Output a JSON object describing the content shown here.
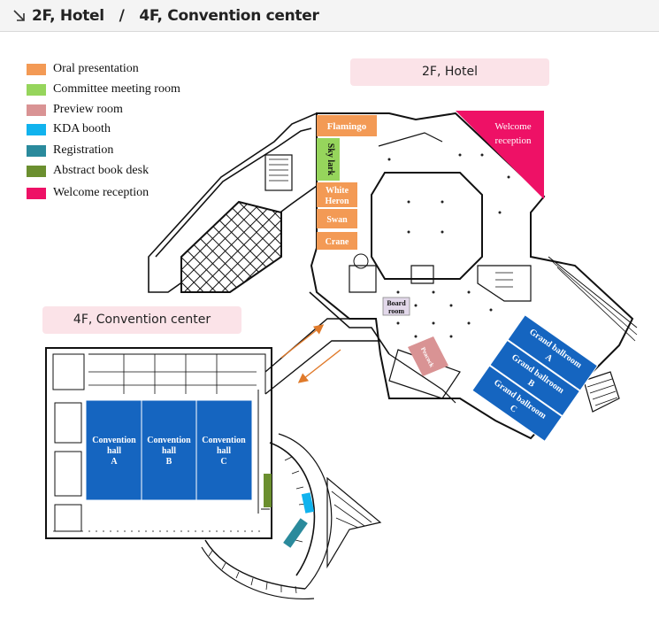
{
  "header": {
    "title": "2F, Hotel   /   4F, Convention center"
  },
  "legend": {
    "items": [
      {
        "label": "Oral presentation",
        "color": "#f39a55"
      },
      {
        "label": "Committee meeting room",
        "color": "#96d55c"
      },
      {
        "label": "Preview room",
        "color": "#d99394"
      },
      {
        "label": "KDA  booth",
        "color": "#11b3ee"
      },
      {
        "label": "Registration",
        "color": "#2a8a9c"
      },
      {
        "label": "Abstract book desk",
        "color": "#6b8f2f"
      },
      {
        "label": "Welcome reception",
        "color": "#ee1166"
      }
    ]
  },
  "sections": {
    "hotel_label": "2F, Hotel",
    "convention_label": "4F, Convention center"
  },
  "hotel_rooms": {
    "flamingo": "Flamingo",
    "sky_lark": "Sky lark",
    "white_heron_1": "White",
    "white_heron_2": "Heron",
    "swan": "Swan",
    "crane": "Crane",
    "board_room_1": "Board",
    "board_room_2": "room",
    "peacock": "Peacock",
    "welcome_1": "Welcome",
    "welcome_2": "reception",
    "ballroom_a_1": "Grand ballroom",
    "ballroom_a_2": "A",
    "ballroom_b_1": "Grand ballroom",
    "ballroom_b_2": "B",
    "ballroom_c_1": "Grand ballroom",
    "ballroom_c_2": "C"
  },
  "convention_rooms": {
    "hall_a": [
      "Convention",
      "hall",
      "A"
    ],
    "hall_b": [
      "Convention",
      "hall",
      "B"
    ],
    "hall_c": [
      "Convention",
      "hall",
      "C"
    ]
  },
  "colors": {
    "oral": "#f39a55",
    "committee": "#96d55c",
    "preview": "#d99394",
    "kda": "#11b3ee",
    "registration": "#2a8a9c",
    "abstract": "#6b8f2f",
    "welcome": "#ee1166",
    "hall_blue": "#1565c0"
  }
}
